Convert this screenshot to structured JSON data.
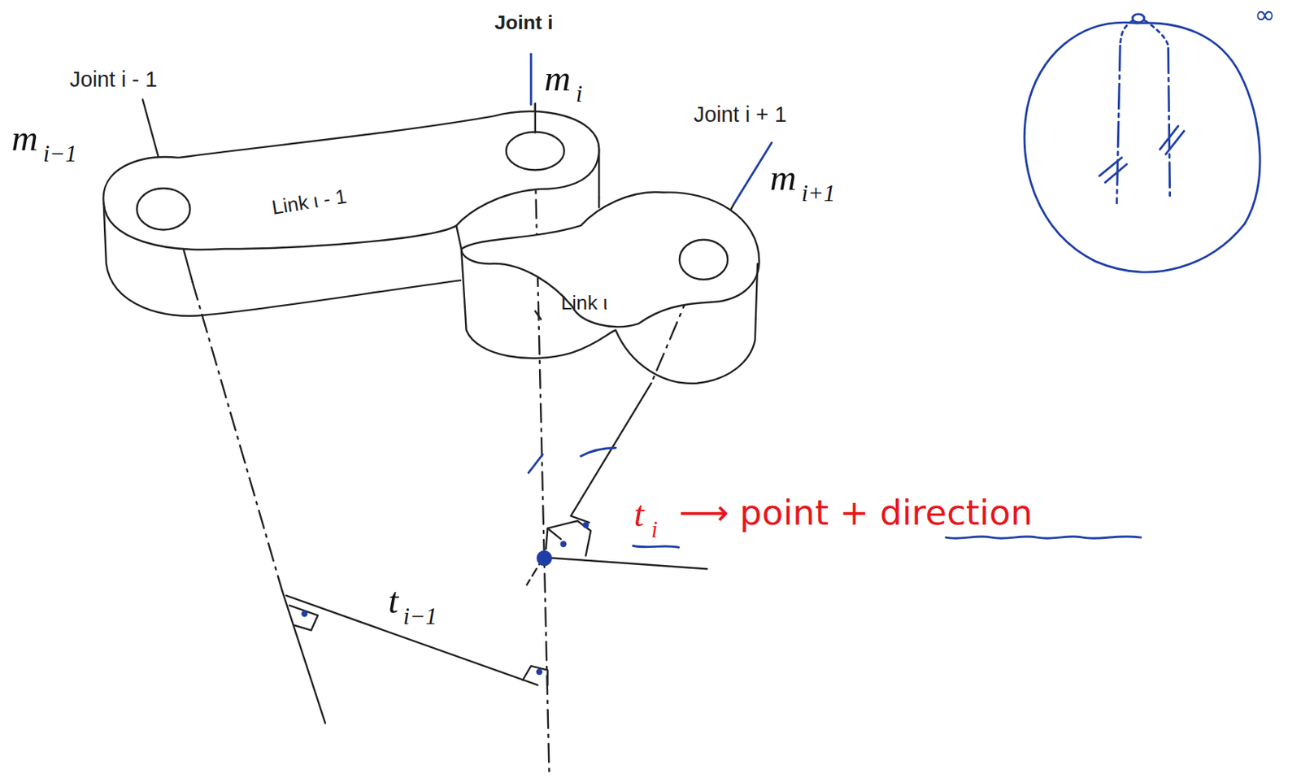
{
  "diagram": {
    "labels": [
      "Joint i - 1",
      "Joint i",
      "Joint i + 1",
      "m",
      "i−1",
      "m",
      "i",
      "m",
      "i+1",
      "Link ι - 1",
      "Link ι",
      "t",
      "i−1",
      "t",
      "i",
      "⟶ point + direction",
      "∞"
    ]
  }
}
